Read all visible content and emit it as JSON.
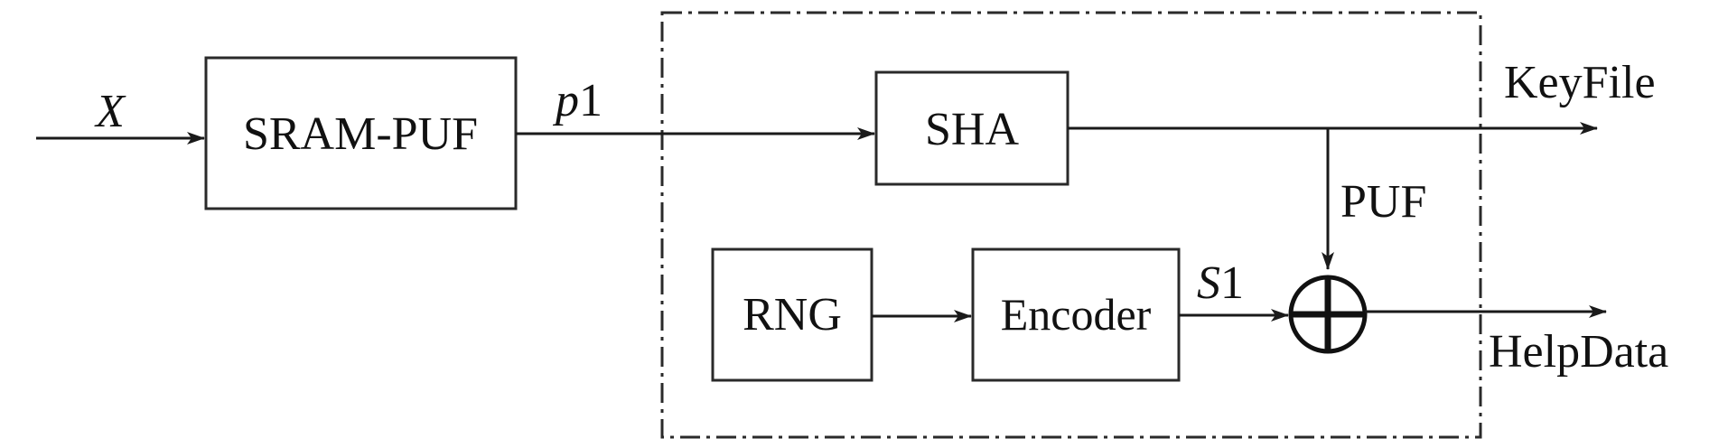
{
  "blocks": {
    "sram_puf": "SRAM-PUF",
    "sha": "SHA",
    "rng": "RNG",
    "encoder": "Encoder"
  },
  "signals": {
    "input_var": "X",
    "p1_var": "p",
    "p1_sub": "1",
    "s1_var": "S",
    "s1_sub": "1",
    "puf": "PUF"
  },
  "outputs": {
    "keyfile": "KeyFile",
    "helpdata": "HelpData"
  },
  "icons": {
    "xor": "circled-plus-xor-icon"
  }
}
